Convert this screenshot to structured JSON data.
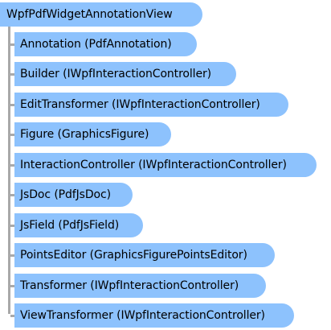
{
  "colors": {
    "node_fill": "#8dc2fd",
    "connector": "#a9a9a9",
    "text": "#000000"
  },
  "root": {
    "label": "WpfPdfWidgetAnnotationView"
  },
  "members": [
    {
      "label": "Annotation (PdfAnnotation)"
    },
    {
      "label": "Builder (IWpfInteractionController)"
    },
    {
      "label": "EditTransformer (IWpfInteractionController)"
    },
    {
      "label": "Figure (GraphicsFigure)"
    },
    {
      "label": "InteractionController (IWpfInteractionController)"
    },
    {
      "label": "JsDoc (PdfJsDoc)"
    },
    {
      "label": "JsField (PdfJsField)"
    },
    {
      "label": "PointsEditor (GraphicsFigurePointsEditor)"
    },
    {
      "label": "Transformer (IWpfInteractionController)"
    },
    {
      "label": "ViewTransformer (IWpfInteractionController)"
    }
  ]
}
